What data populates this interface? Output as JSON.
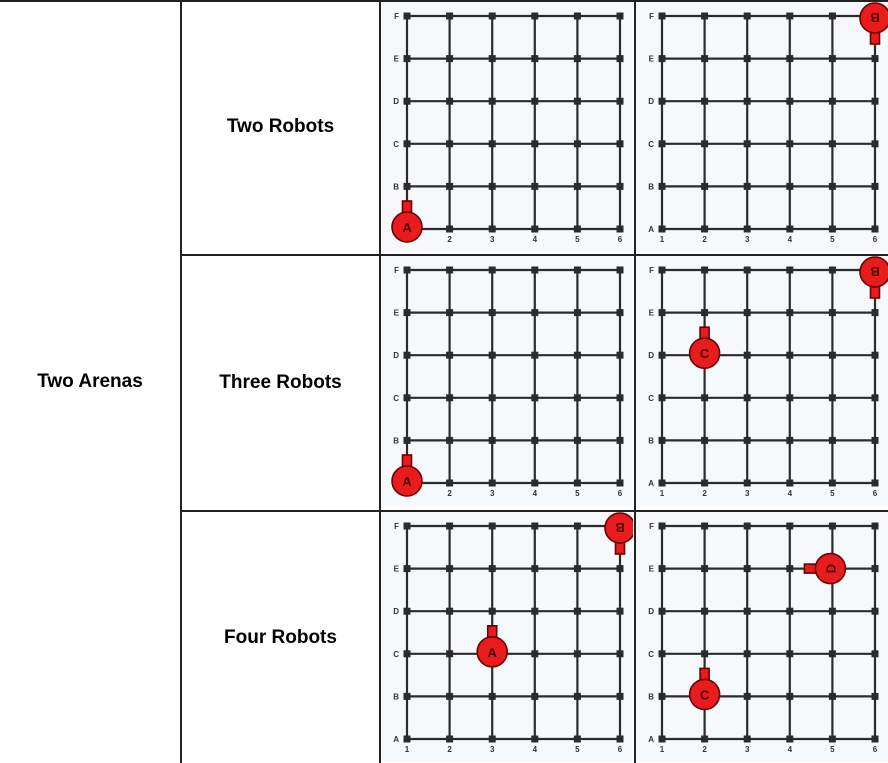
{
  "table": {
    "arena_header": "Two Arenas",
    "rows": [
      {
        "label": "Two Robots"
      },
      {
        "label": "Three Robots"
      },
      {
        "label": "Four Robots"
      }
    ]
  },
  "grid": {
    "row_labels": [
      "A",
      "B",
      "C",
      "D",
      "E",
      "F"
    ],
    "col_labels": [
      "1",
      "2",
      "3",
      "4",
      "5",
      "6"
    ],
    "colors": {
      "line": "#2b2b2b",
      "node": "#2b2b2b",
      "background": "#f6f9fc",
      "robot_fill": "#e81c1c",
      "robot_stroke": "#6a0000",
      "robot_text": "#4a0000"
    }
  },
  "arenas": [
    {
      "id": "r1a1",
      "hidden_col_labels": [
        "1"
      ],
      "robots": [
        {
          "label": "A",
          "col": 1,
          "row": "A",
          "facing": "up"
        }
      ]
    },
    {
      "id": "r1a2",
      "hidden_col_labels": [],
      "robots": [
        {
          "label": "B",
          "col": 6,
          "row": "F",
          "facing": "down"
        }
      ]
    },
    {
      "id": "r2a1",
      "hidden_col_labels": [
        "1"
      ],
      "robots": [
        {
          "label": "A",
          "col": 1,
          "row": "A",
          "facing": "up"
        }
      ]
    },
    {
      "id": "r2a2",
      "hidden_col_labels": [],
      "robots": [
        {
          "label": "B",
          "col": 6,
          "row": "F",
          "facing": "down"
        },
        {
          "label": "C",
          "col": 2,
          "row": "D",
          "facing": "up"
        }
      ]
    },
    {
      "id": "r3a1",
      "hidden_col_labels": [],
      "robots": [
        {
          "label": "B",
          "col": 6,
          "row": "F",
          "facing": "down"
        },
        {
          "label": "A",
          "col": 3,
          "row": "C",
          "facing": "up"
        }
      ]
    },
    {
      "id": "r3a2",
      "hidden_col_labels": [],
      "robots": [
        {
          "label": "D",
          "col": 5,
          "row": "E",
          "facing": "left"
        },
        {
          "label": "C",
          "col": 2,
          "row": "B",
          "facing": "up"
        }
      ]
    }
  ]
}
